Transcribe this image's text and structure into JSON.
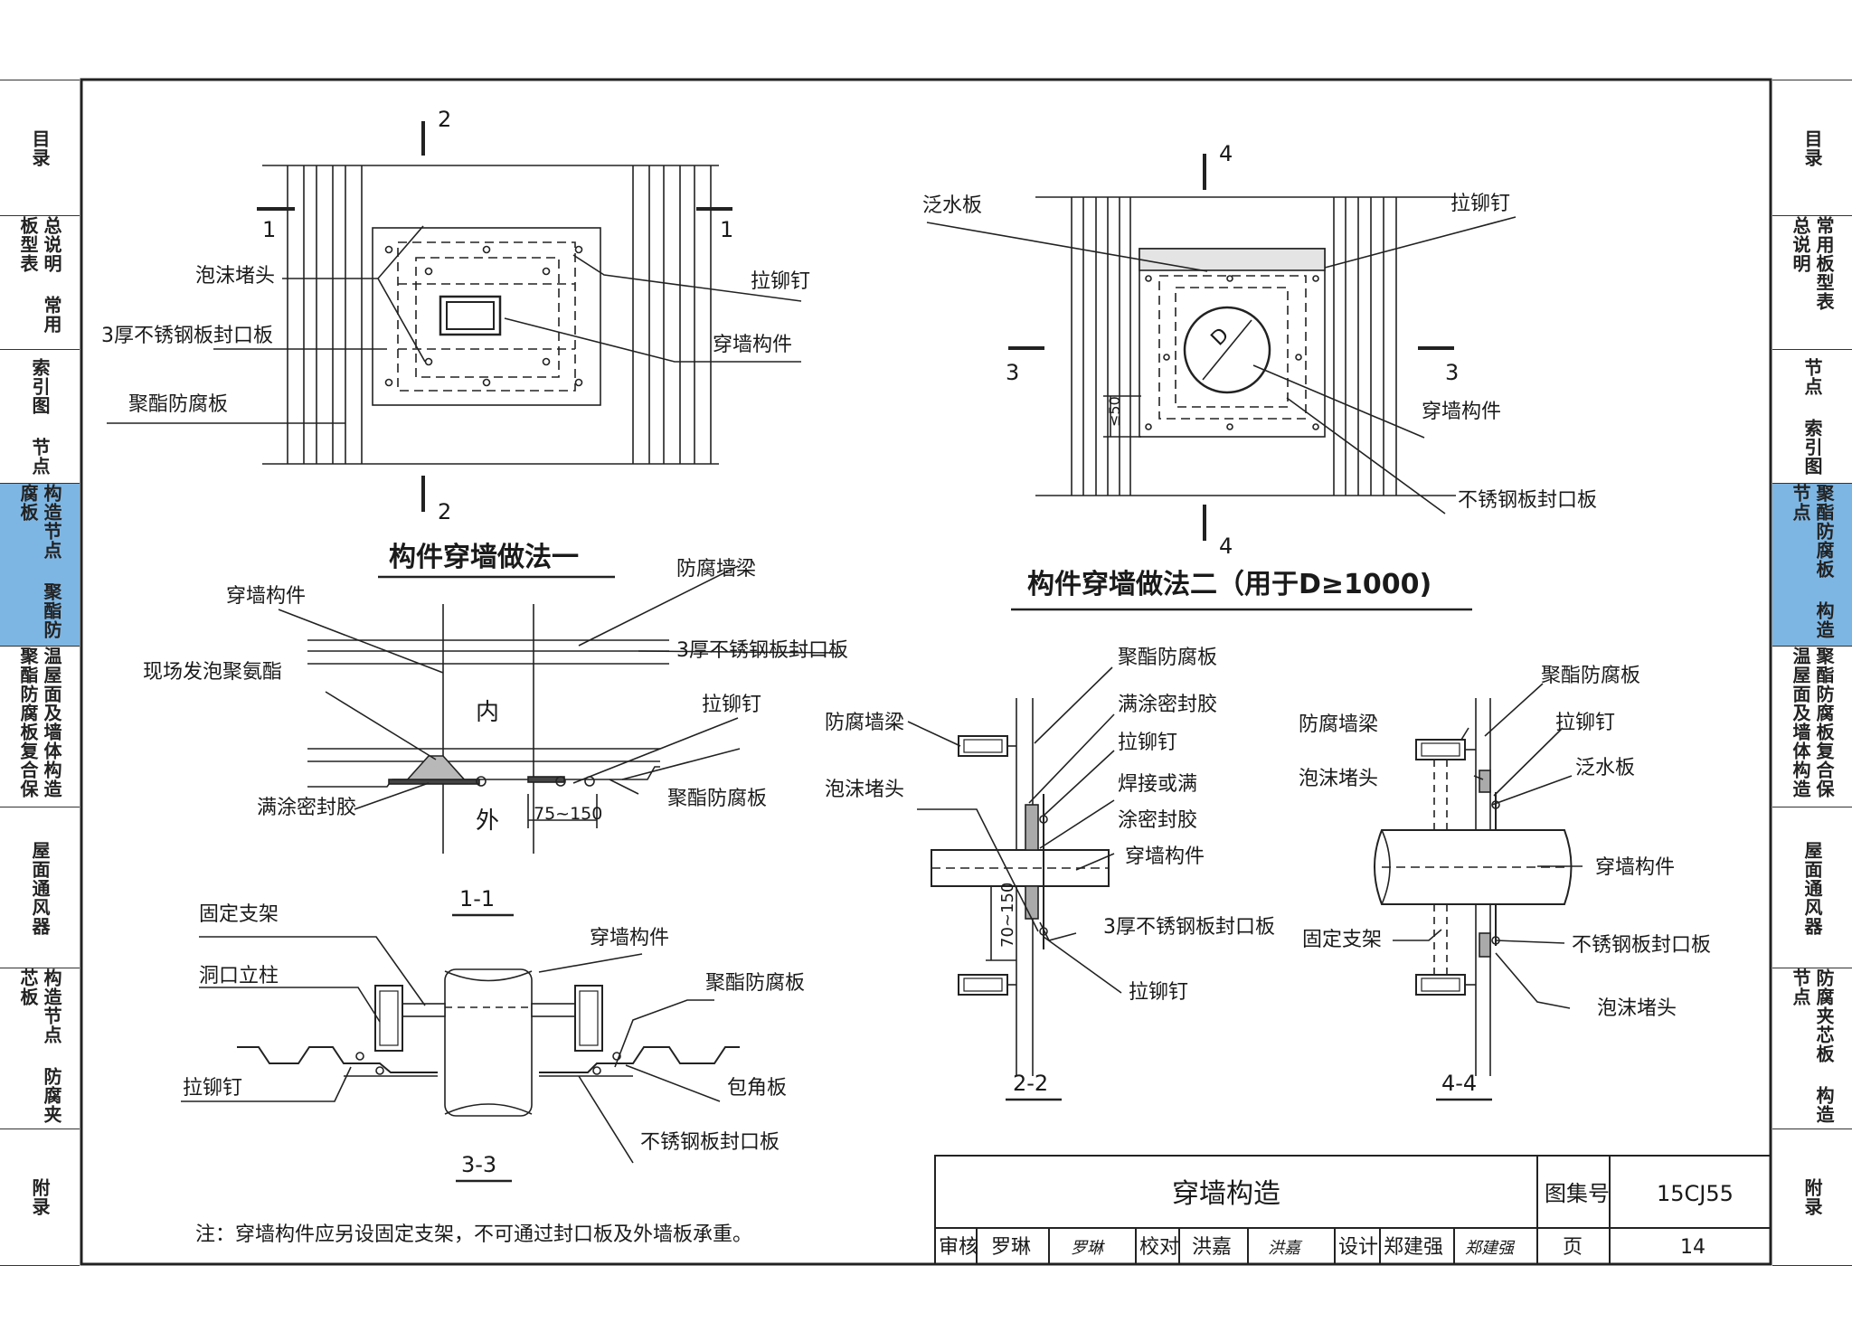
{
  "side_tabs_left": [
    {
      "label": "目录",
      "active": false
    },
    {
      "label": "总说明 常用板型表",
      "active": false
    },
    {
      "label": "索引图 节点",
      "active": false
    },
    {
      "label": "构造节点 聚酯防腐板",
      "active": false
    },
    {
      "label": "温屋面及墙体构造 聚酯防腐板复合保",
      "active": false
    },
    {
      "label": "屋面通风器",
      "active": false
    },
    {
      "label": "构造节点 防腐夹芯板",
      "active": false
    },
    {
      "label": "附录",
      "active": false
    }
  ],
  "side_tabs_right": [
    {
      "label": "目录",
      "active": false
    },
    {
      "label": "常用板型表 总说明",
      "active": false
    },
    {
      "label": "节点 索引图",
      "active": false
    },
    {
      "label": "聚酯防腐板 构造节点",
      "active": true
    },
    {
      "label": "聚酯防腐板复合保 温屋面及墙体构造",
      "active": false
    },
    {
      "label": "屋面通风器",
      "active": false
    },
    {
      "label": "防腐夹芯板 构造节点",
      "active": false
    },
    {
      "label": "附录",
      "active": false
    }
  ],
  "method1": {
    "title": "构件穿墙做法一",
    "cut_labels": [
      "2",
      "2",
      "1",
      "1"
    ],
    "labels": {
      "foam_plug": "泡沫堵头",
      "steel_plate": "3厚不锈钢板封口板",
      "polyester_panel": "聚酯防腐板",
      "rivet": "拉铆钉",
      "through_member": "穿墙构件"
    }
  },
  "method2": {
    "title": "构件穿墙做法二（用于D≥1000)",
    "cut_labels": [
      "4",
      "4",
      "3",
      "3"
    ],
    "dim_d": "D",
    "dim_50": "≤50",
    "labels": {
      "flashing": "泛水板",
      "rivet": "拉铆钉",
      "through_member": "穿墙构件",
      "steel_plate": "不锈钢板封口板"
    }
  },
  "section_1_1": {
    "name": "1-1",
    "inside": "内",
    "outside": "外",
    "dim": "75~150",
    "labels": {
      "through_member": "穿墙构件",
      "beam": "防腐墙梁",
      "foam": "现场发泡聚氨酯",
      "steel_plate": "3厚不锈钢板封口板",
      "rivet": "拉铆钉",
      "sealant": "满涂密封胶",
      "panel": "聚酯防腐板"
    }
  },
  "section_2_2": {
    "name": "2-2",
    "dim": "70~150",
    "labels": {
      "panel": "聚酯防腐板",
      "sealant": "满涂密封胶",
      "beam": "防腐墙梁",
      "rivet_top": "拉铆钉",
      "foam_plug": "泡沫堵头",
      "weld_1": "焊接或满",
      "weld_2": "涂密封胶",
      "through_member": "穿墙构件",
      "steel_plate": "3厚不锈钢板封口板",
      "rivet_bottom": "拉铆钉"
    }
  },
  "section_3_3": {
    "name": "3-3",
    "labels": {
      "support": "固定支架",
      "through_member": "穿墙构件",
      "column": "洞口立柱",
      "panel": "聚酯防腐板",
      "rivet": "拉铆钉",
      "corner": "包角板",
      "steel_plate": "不锈钢板封口板"
    }
  },
  "section_4_4": {
    "name": "4-4",
    "labels": {
      "panel": "聚酯防腐板",
      "beam": "防腐墙梁",
      "rivet": "拉铆钉",
      "foam_plug_top": "泡沫堵头",
      "flashing": "泛水板",
      "through_member": "穿墙构件",
      "support": "固定支架",
      "steel_plate": "不锈钢板封口板",
      "foam_plug_bottom": "泡沫堵头"
    }
  },
  "note": "注：穿墙构件应另设固定支架，不可通过封口板及外墙板承重。",
  "title_block": {
    "drawing_title": "穿墙构造",
    "atlas_label": "图集号",
    "atlas_no": "15CJ55",
    "review_label": "审核",
    "reviewer": "罗琳",
    "reviewer_sig": "罗琳",
    "check_label": "校对",
    "checker": "洪嘉",
    "checker_sig": "洪嘉",
    "design_label": "设计",
    "designer": "郑建强",
    "designer_sig": "郑建强",
    "page_label": "页",
    "page_no": "14"
  }
}
